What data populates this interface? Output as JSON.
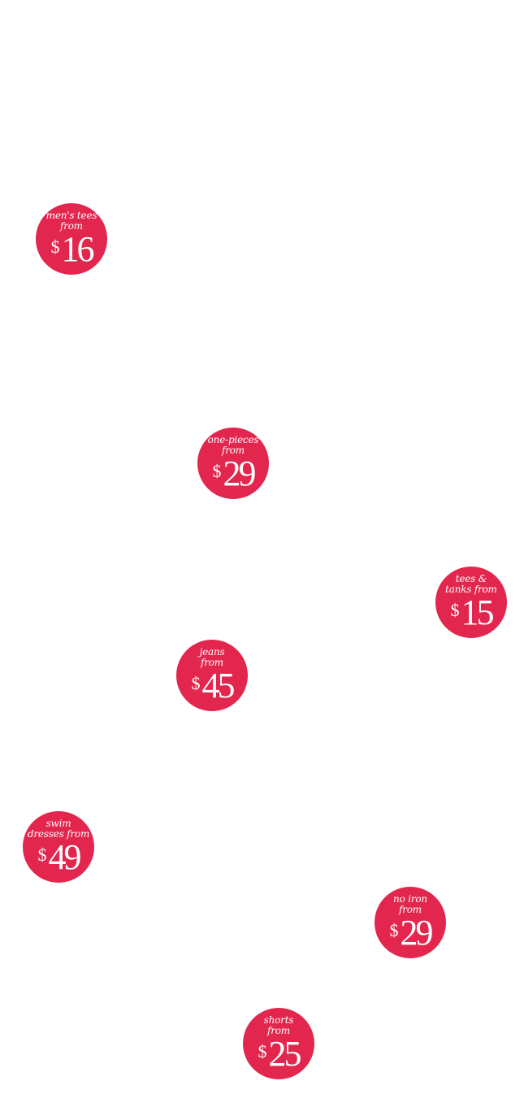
{
  "badges": [
    {
      "id": "mens-tees",
      "line1": "men's tees",
      "line2": "from",
      "currency": "$",
      "price": "16"
    },
    {
      "id": "one-pieces",
      "line1": "one-pieces",
      "line2": "from",
      "currency": "$",
      "price": "29"
    },
    {
      "id": "tees-tanks",
      "line1": "tees &",
      "line2": "tanks from",
      "currency": "$",
      "price": "15"
    },
    {
      "id": "jeans",
      "line1": "jeans",
      "line2": "from",
      "currency": "$",
      "price": "45"
    },
    {
      "id": "swim-dresses",
      "line1": "swim",
      "line2": "dresses from",
      "currency": "$",
      "price": "49"
    },
    {
      "id": "no-iron",
      "line1": "no iron",
      "line2": "from",
      "currency": "$",
      "price": "29"
    },
    {
      "id": "shorts",
      "line1": "shorts",
      "line2": "from",
      "currency": "$",
      "price": "25"
    }
  ],
  "colors": {
    "badge_background": "#e2264d",
    "badge_text": "#ffffff",
    "page_background": "#ffffff"
  }
}
